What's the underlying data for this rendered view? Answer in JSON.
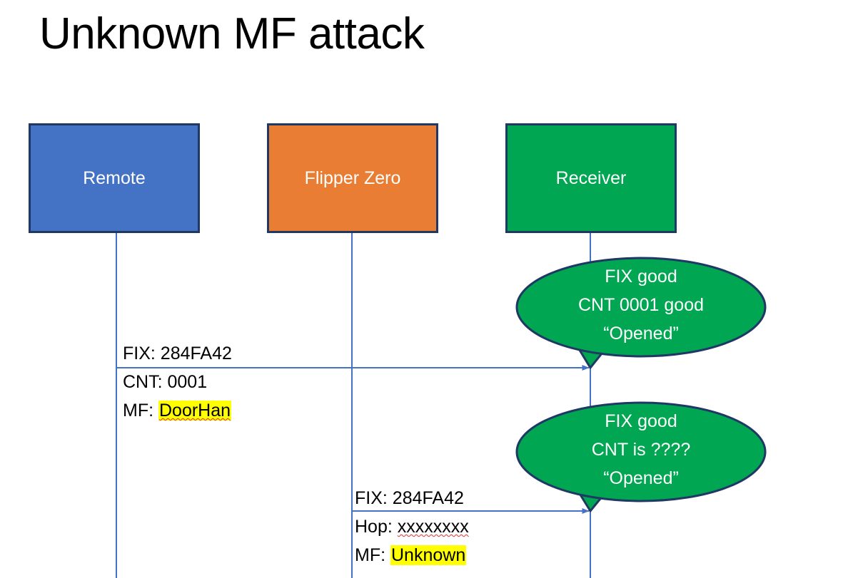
{
  "slide": {
    "title": "Unknown MF attack",
    "background": "#FFFFFF"
  },
  "colors": {
    "remote_fill": "#4472C4",
    "flipper_fill": "#E87D33",
    "receiver_fill": "#00A651",
    "box_border": "#1F3864",
    "lifeline": "#4472C4",
    "arrow": "#4472C4",
    "bubble_fill": "#00A651",
    "bubble_border": "#1F3864",
    "highlight": "#FFFF00",
    "spellcheck_underline": "#E03030",
    "text_dark": "#000000",
    "text_light": "#FFFFFF"
  },
  "actors": [
    {
      "id": "remote",
      "label": "Remote",
      "fill": "#4472C4"
    },
    {
      "id": "flipper",
      "label": "Flipper Zero",
      "fill": "#E87D33"
    },
    {
      "id": "receiver",
      "label": "Receiver",
      "fill": "#00A651"
    }
  ],
  "messages": [
    {
      "id": "remote-to-receiver",
      "from": "remote",
      "to": "receiver",
      "lines": [
        {
          "label": "FIX: ",
          "value": "284FA42",
          "highlight": false,
          "spellcheck": false
        },
        {
          "label": "CNT: ",
          "value": "0001",
          "highlight": false,
          "spellcheck": false
        },
        {
          "label": "MF: ",
          "value": "DoorHan",
          "highlight": true,
          "spellcheck": true
        }
      ]
    },
    {
      "id": "flipper-to-receiver",
      "from": "flipper",
      "to": "receiver",
      "lines": [
        {
          "label": "FIX: ",
          "value": "284FA42",
          "highlight": false,
          "spellcheck": false
        },
        {
          "label": "Hop: ",
          "value": "xxxxxxxx",
          "highlight": false,
          "spellcheck": true
        },
        {
          "label": "MF: ",
          "value": "Unknown",
          "highlight": true,
          "spellcheck": false
        }
      ]
    }
  ],
  "bubbles": [
    {
      "id": "bubble-receiver-1",
      "lines": [
        "FIX good",
        "CNT 0001 good",
        "“Opened”"
      ]
    },
    {
      "id": "bubble-receiver-2",
      "lines": [
        "FIX good",
        "CNT is ????",
        "“Opened”"
      ]
    }
  ]
}
